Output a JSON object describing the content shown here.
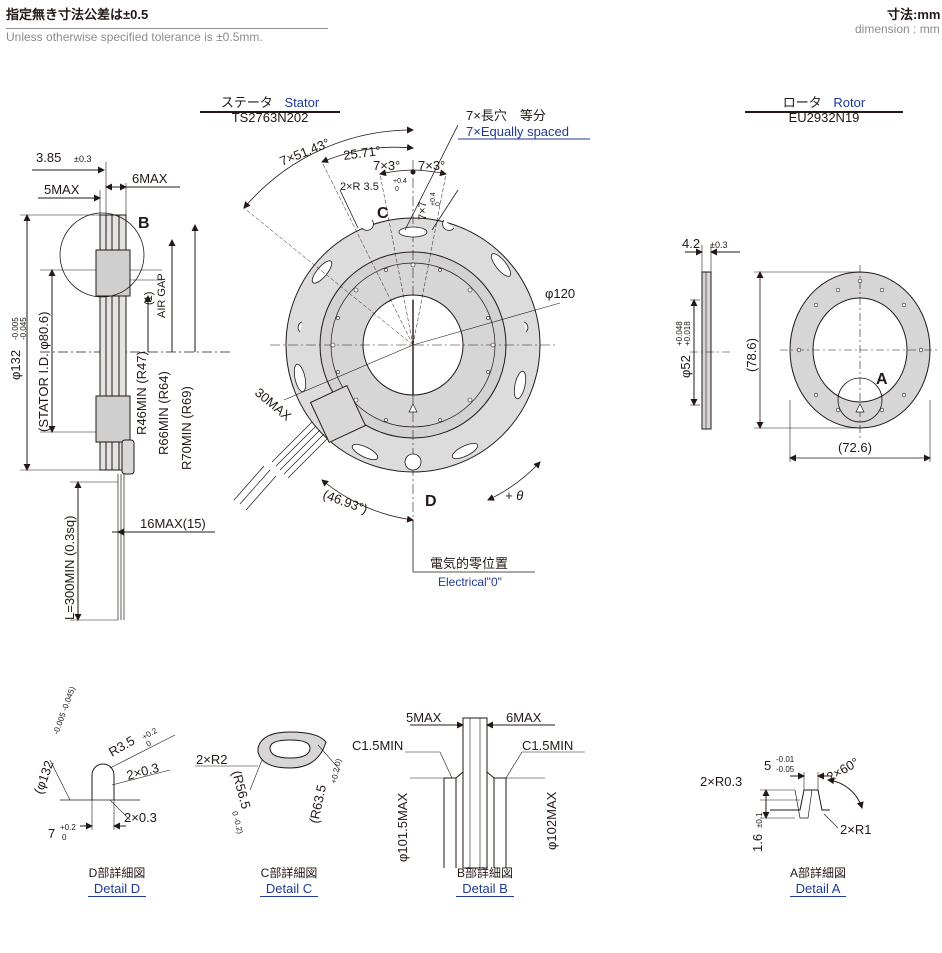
{
  "header": {
    "tol_jp": "指定無き寸法公差は±0.5",
    "tol_en": "Unless otherwise specified tolerance is  ±0.5mm.",
    "unit_jp": "寸法:mm",
    "unit_en": "dimension : mm"
  },
  "stator": {
    "title_jp": "ステータ",
    "title_en": "Stator",
    "model": "TS2763N202",
    "dims": {
      "t385": "3.85",
      "t385_tol": "±0.3",
      "max5": "5MAX",
      "max6": "6MAX",
      "phi132": "φ132",
      "phi132_tol_up": "-0.005",
      "phi132_tol_dn": "-0.045",
      "stator_id": "(STATOR I.D. φ80.6)",
      "airgap_val": "(1)",
      "airgap": "AIR GAP",
      "r46": "R46MIN (R47)",
      "r66": "R66MIN (R64)",
      "r70": "R70MIN (R69)",
      "cable_len": "L=300MIN (0.3sq)",
      "max16": "16MAX(15)",
      "a5143": "7×51.43°",
      "a2571": "25.71°",
      "a7x3a": "7×3°",
      "a7x3b": "7×3°",
      "r35": "2×R 3.5",
      "r35_tol_up": "+0.4",
      "r35_tol_dn": "0",
      "s7": "7×7",
      "s7_tol_up": "+0.4",
      "s7_tol_dn": "0",
      "slot_jp": "7×長穴　等分",
      "slot_en": "7×Equally spaced",
      "phi120": "φ120",
      "max30": "30MAX",
      "a4693": "(46.93°)",
      "theta": "+ θ",
      "label_b": "B",
      "label_c": "C",
      "label_d": "D",
      "zero_jp": "電気的零位置",
      "zero_en": "Electrical\"0\""
    }
  },
  "rotor": {
    "title_jp": "ロータ",
    "title_en": "Rotor",
    "model": "EU2932N19",
    "dims": {
      "t42": "4.2",
      "t42_tol": "±0.3",
      "phi52": "φ52",
      "phi52_tol_up": "+0.048",
      "phi52_tol_dn": "+0.018",
      "d786": "(78.6)",
      "d726": "(72.6)",
      "label_a": "A"
    }
  },
  "details": {
    "d": {
      "phi132": "(φ132",
      "phi132_tol": "-0.005 -0.045)",
      "r35": "R3.5",
      "r35_tol_up": "+0.2",
      "r35_tol_dn": "0",
      "c03a": "2×0.3",
      "c03b": "2×0.3",
      "d7": "7",
      "d7_tol_up": "+0.2",
      "d7_tol_dn": "0",
      "title_jp": "D部詳細図",
      "title_en": "Detail D"
    },
    "c": {
      "r2": "2×R2",
      "r565": "(R56.5",
      "r565_tol": "0 -0.2)",
      "r635": "(R63.5",
      "r635_tol": "+0.2 0)",
      "title_jp": "C部詳細図",
      "title_en": "Detail C"
    },
    "b": {
      "max5": "5MAX",
      "max6": "6MAX",
      "c15a": "C1.5MIN",
      "c15b": "C1.5MIN",
      "phi1015": "φ101.5MAX",
      "phi102": "φ102MAX",
      "title_jp": "B部詳細図",
      "title_en": "Detail B"
    },
    "a": {
      "d5": "5",
      "d5_tol_up": "-0.01",
      "d5_tol_dn": "-0.05",
      "a60": "2×60°",
      "r03": "2×R0.3",
      "r1": "2×R1",
      "d16": "1.6",
      "d16_tol": "±0.1",
      "title_jp": "A部詳細図",
      "title_en": "Detail A"
    }
  }
}
